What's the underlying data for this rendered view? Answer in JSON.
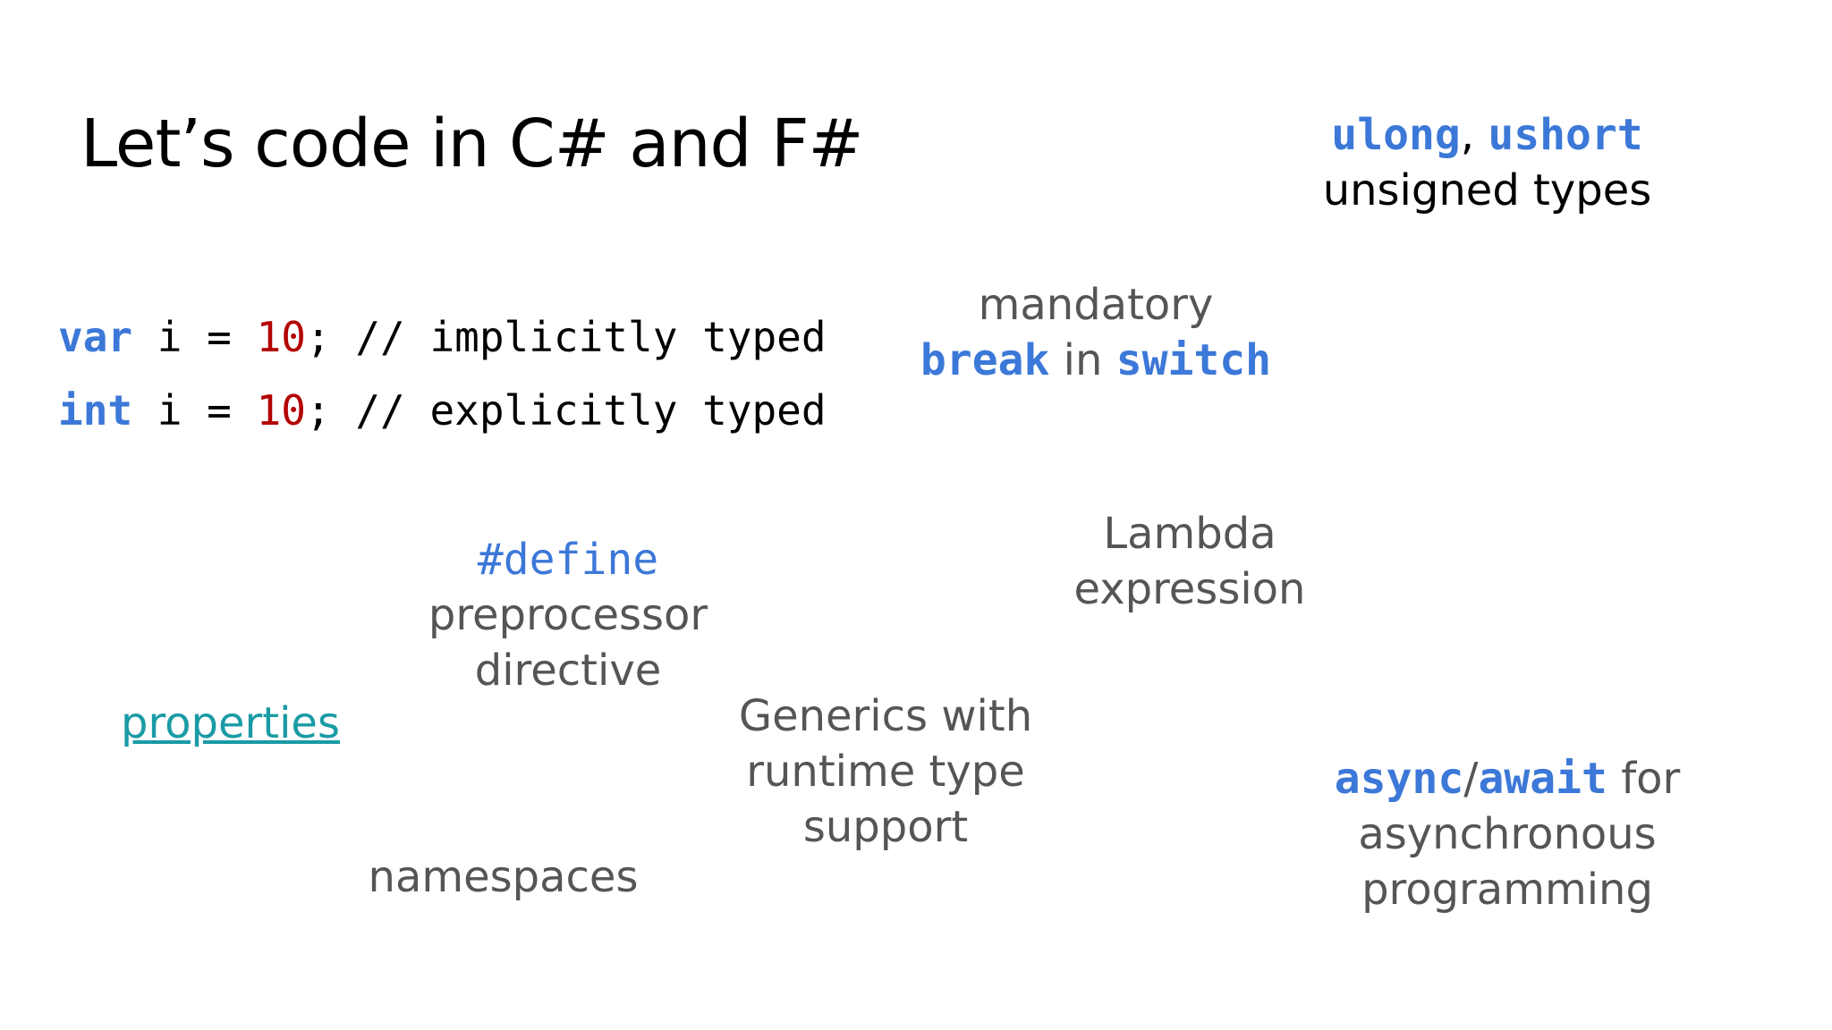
{
  "title": "Let’s code in C# and F#",
  "code": {
    "line1": {
      "kw": "var",
      "pre": " i = ",
      "num": "10",
      "post": "; // implicitly typed"
    },
    "line2": {
      "kw": "int",
      "pre": " i = ",
      "num": "10",
      "post": "; // explicitly typed"
    }
  },
  "unsigned": {
    "kw1": "ulong",
    "sep": ", ",
    "kw2": "ushort",
    "line2": "unsigned types"
  },
  "mandatory": {
    "line1": "mandatory",
    "kw1": "break",
    "mid": " in ",
    "kw2": "switch"
  },
  "define": {
    "kw": "#define",
    "line2": "preprocessor",
    "line3": "directive"
  },
  "lambda": {
    "line1": "Lambda",
    "line2": "expression"
  },
  "properties": {
    "label": "properties"
  },
  "generics": {
    "line1": "Generics with",
    "line2": "runtime type",
    "line3": "support"
  },
  "async": {
    "kw1": "async",
    "sep": "/",
    "kw2": "await",
    "tail": " for",
    "line2": "asynchronous",
    "line3": "programming"
  },
  "namespaces": {
    "label": "namespaces"
  },
  "colors": {
    "keyword": "#3c78d8",
    "number": "#b30000",
    "link": "#1a9ba5",
    "text": "#555555"
  }
}
